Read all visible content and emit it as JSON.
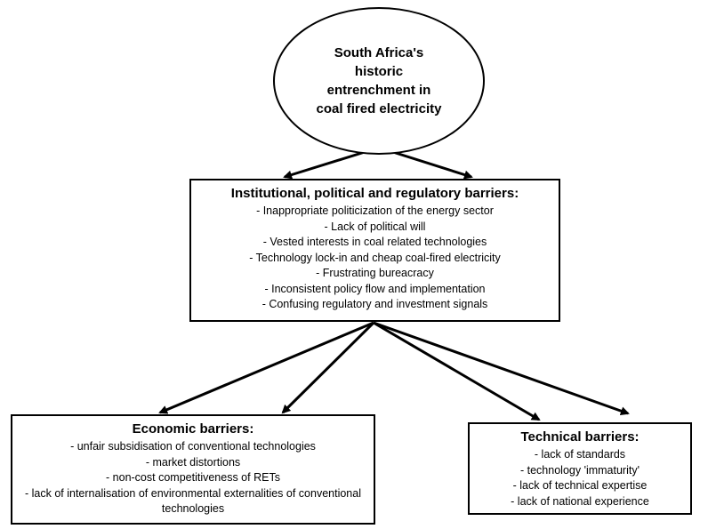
{
  "root": {
    "label": "South Africa's historic entrenchment in coal fired electricity"
  },
  "institutional": {
    "title": "Institutional, political and regulatory barriers:",
    "items": [
      "- Inappropriate politicization of the energy sector",
      "- Lack of political will",
      "- Vested interests in coal related technologies",
      "- Technology lock-in and cheap coal-fired electricity",
      "- Frustrating bureacracy",
      "- Inconsistent policy flow and implementation",
      "- Confusing regulatory and investment signals"
    ]
  },
  "economic": {
    "title": "Economic barriers:",
    "items": [
      "- unfair subsidisation of conventional technologies",
      "- market distortions",
      "- non-cost competitiveness of RETs",
      "- lack of internalisation of environmental externalities of conventional technologies"
    ]
  },
  "technical": {
    "title": "Technical barriers:",
    "items": [
      "- lack of standards",
      "- technology 'immaturity'",
      "- lack of technical expertise",
      "- lack of national experience"
    ]
  }
}
